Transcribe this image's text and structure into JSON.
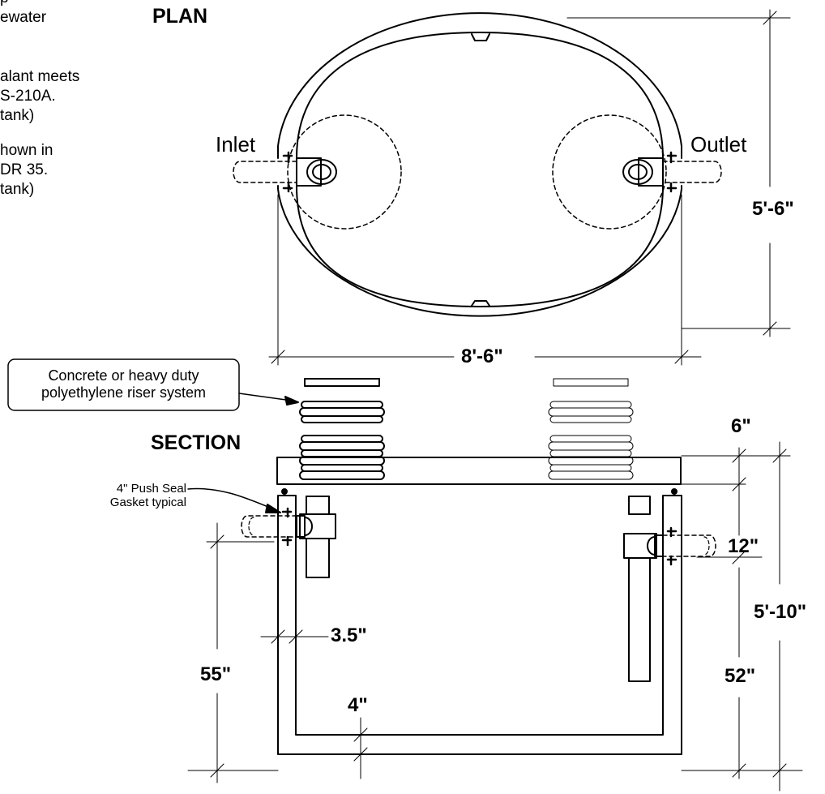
{
  "notes": [
    "p",
    "ewater",
    "",
    "alant meets",
    "S-210A.",
    "tank)",
    "hown in",
    "DR 35.",
    "tank)"
  ],
  "plan": {
    "title": "PLAN",
    "inlet_label": "Inlet",
    "outlet_label": "Outlet",
    "width_dim": "8'-6\"",
    "height_dim": "5'-6\""
  },
  "section": {
    "title": "SECTION",
    "riser_callout": [
      "Concrete or heavy duty",
      "polyethylene riser system"
    ],
    "gasket_callout": [
      "4\" Push Seal",
      "Gasket typical"
    ],
    "dims": {
      "lid_thickness": "6\"",
      "outlet_drop": "12\"",
      "total_height": "5'-10\"",
      "outlet_invert": "52\"",
      "inlet_invert": "55\"",
      "wall_thickness": "3.5\"",
      "floor_thickness": "4\""
    }
  }
}
